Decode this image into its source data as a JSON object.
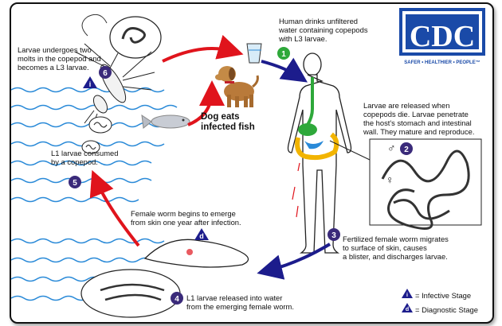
{
  "logo": {
    "text": "CDC",
    "tagline": "SAFER • HEALTHIER • PEOPLE™"
  },
  "labels": {
    "drink": "Human drinks unfiltered\nwater containing copepods\nwith L3 larvae.",
    "released": "Larvae are released when\ncopepods die.  Larvae penetrate\nthe host's stomach and intestinal\nwall.  They mature and reproduce.",
    "molts": "Larvae undergoes two\nmolts in the copepod and\nbecomes a L3 larvae.",
    "dog": "Dog eats\ninfected fish",
    "consumed": "L1 larvae consumed\nby a copepod.",
    "emerge": "Female worm begins to emerge\nfrom skin one year after infection.",
    "migrates": "Fertilized female worm migrates\nto surface of skin, causes\na blister, and discharges larvae.",
    "l1_released": "L1 larvae released into water\nfrom the emerging female worm."
  },
  "steps": [
    "1",
    "2",
    "3",
    "4",
    "5",
    "6"
  ],
  "stage_marks": {
    "infective": "i",
    "diagnostic": "d"
  },
  "legend": {
    "infective": "= Infective Stage",
    "diagnostic": "= Diagnostic Stage"
  },
  "sex_symbols": {
    "male": "♂",
    "female": "♀"
  },
  "colors": {
    "cycle_red": "#e0141c",
    "human_blue": "#1c1c8c",
    "step_green": "#2ea83a",
    "step_purple": "#3a2a7a",
    "water": "#2a8ad8",
    "logo_blue": "#1a4aa8"
  }
}
